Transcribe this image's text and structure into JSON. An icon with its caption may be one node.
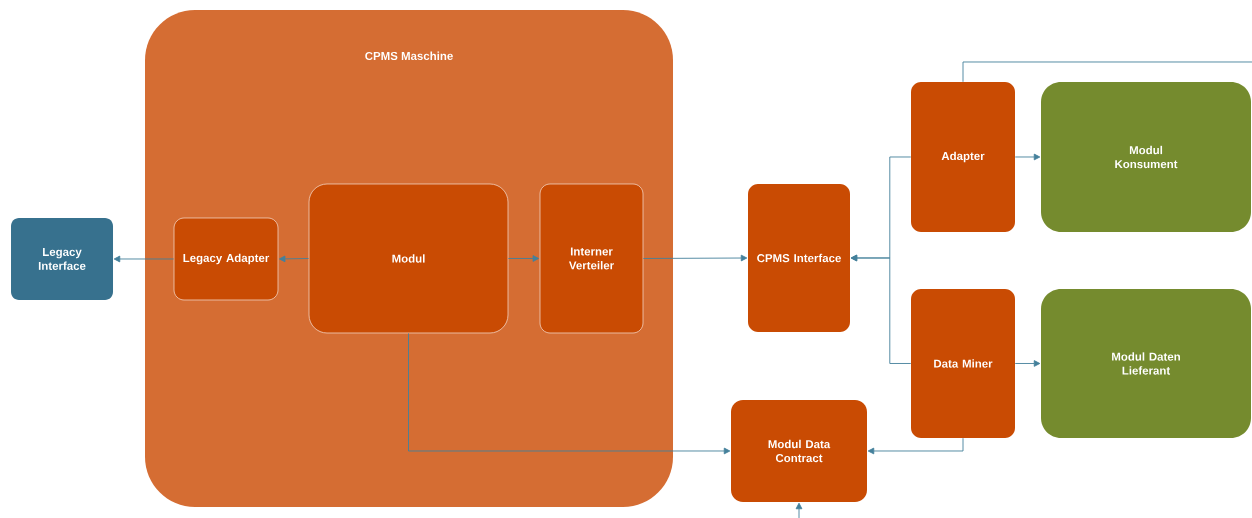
{
  "diagram": {
    "nodes": [
      {
        "text": [
          "CPMS Maschine"
        ]
      },
      {
        "text": [
          "Legacy Interface"
        ]
      },
      {
        "text": [
          "Legacy Adapter"
        ],
        "in": 0
      },
      {
        "text": [
          "Modul"
        ],
        "in": 0
      },
      {
        "text": [
          "Interner Verteiler"
        ],
        "in": 0
      },
      {
        "text": [
          "CPMS Interface"
        ]
      },
      {
        "text": [
          "Adapter"
        ]
      },
      {
        "text": [
          "Modul Konsument"
        ]
      },
      {
        "text": [
          "Data Miner"
        ]
      },
      {
        "text": [
          "Modul Daten Lieferant"
        ]
      },
      {
        "text": [
          "Modul Data Contract"
        ]
      }
    ],
    "edges": [
      {
        "from": 3,
        "to": 2,
        "arrow": "to"
      },
      {
        "from": 2,
        "to": 1,
        "arrow": "to"
      },
      {
        "from": 3,
        "to": 4,
        "arrow": "to"
      },
      {
        "from": 4,
        "to": 5,
        "arrow": "to"
      },
      {
        "from": 6,
        "to": 5,
        "arrow": "to"
      },
      {
        "from": 8,
        "to": 5,
        "arrow": "to"
      },
      {
        "from": 6,
        "to": 7,
        "arrow": "to"
      },
      {
        "from": 8,
        "to": 9,
        "arrow": "to"
      },
      {
        "from": 3,
        "to": 10,
        "arrow": "to"
      },
      {
        "from": 8,
        "to": 10,
        "arrow": "to"
      },
      {
        "from": null,
        "to": 10,
        "arrow": "to"
      },
      {
        "from": 6,
        "to": null,
        "arrow": "none"
      }
    ]
  }
}
